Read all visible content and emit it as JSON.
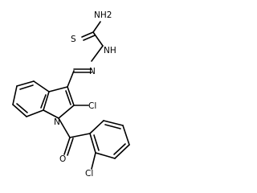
{
  "molecule": {
    "labels": {
      "nh2": "NH2",
      "s": "S",
      "nh": "NH",
      "n_imine": "N",
      "cl_indole": "Cl",
      "n_indole": "N",
      "o": "O",
      "cl_phenyl": "Cl"
    },
    "colors": {
      "bond": "#000000",
      "text": "#000000",
      "background": "#ffffff"
    }
  }
}
